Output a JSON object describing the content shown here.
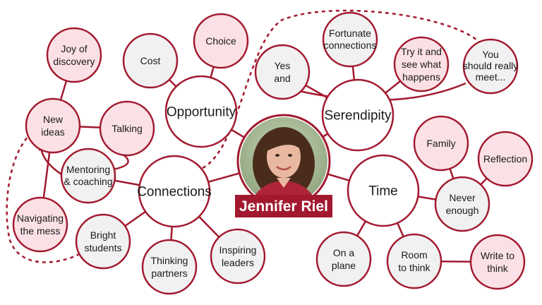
{
  "colors": {
    "border": "#a2192f",
    "pink_fill": "#fbe1e6",
    "grey_fill": "#f1f1f1",
    "hub_fill": "#ffffff",
    "name_bg": "#a2192f"
  },
  "center": {
    "name": "Jennifer Riel"
  },
  "hubs": {
    "opportunity": "Opportunity",
    "serendipity": "Serendipity",
    "connections": "Connections",
    "time": "Time"
  },
  "nodes": {
    "joy_of_discovery": [
      "Joy of",
      "discovery"
    ],
    "cost": [
      "Cost"
    ],
    "choice": [
      "Choice"
    ],
    "new_ideas": [
      "New",
      "ideas"
    ],
    "talking": [
      "Talking"
    ],
    "mentoring": [
      "Mentoring",
      "& coaching"
    ],
    "navigating": [
      "Navigating",
      "the mess"
    ],
    "bright_students": [
      "Bright",
      "students"
    ],
    "thinking_partners": [
      "Thinking",
      "partners"
    ],
    "inspiring_leaders": [
      "Inspiring",
      "leaders"
    ],
    "yes_and": [
      "Yes",
      "and"
    ],
    "fortunate": [
      "Fortunate",
      "connections"
    ],
    "try_it": [
      "Try it and",
      "see what",
      "happens"
    ],
    "you_should": [
      "You",
      "should really",
      "meet..."
    ],
    "family": [
      "Family"
    ],
    "reflection": [
      "Reflection"
    ],
    "never_enough": [
      "Never",
      "enough"
    ],
    "on_a_plane": [
      "On a",
      "plane"
    ],
    "room_to_think": [
      "Room",
      "to think"
    ],
    "write_to_think": [
      "Write to",
      "think"
    ]
  }
}
